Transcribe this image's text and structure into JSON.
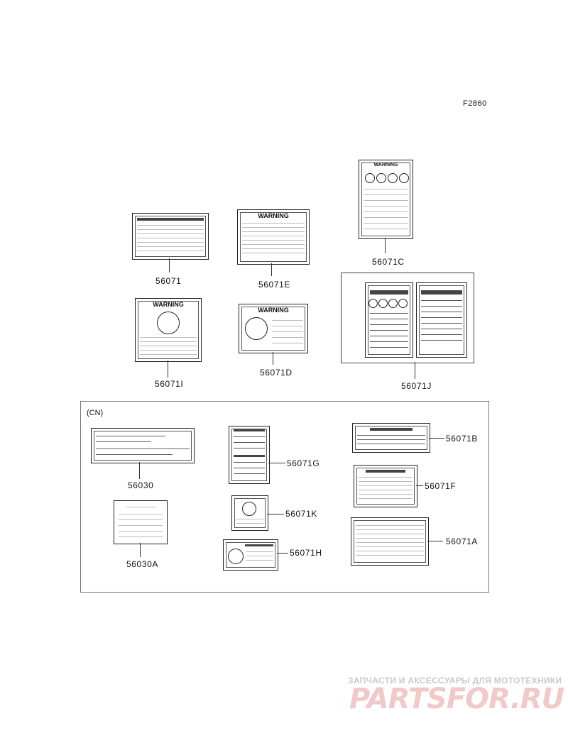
{
  "figure_code": "F2860",
  "labels": {
    "l56071": "56071",
    "l56071E": "56071E",
    "l56071C": "56071C",
    "l56071I": "56071I",
    "l56071D": "56071D",
    "l56071J": "56071J",
    "l56030": "56030",
    "l56030A": "56030A",
    "l56071G": "56071G",
    "l56071K": "56071K",
    "l56071H": "56071H",
    "l56071B": "56071B",
    "l56071F": "56071F",
    "l56071A": "56071A"
  },
  "region_tag": "(CN)",
  "warning_word": "WARNING",
  "watermark": {
    "tagline": "ЗАПЧАСТИ И АКСЕССУАРЫ ДЛЯ МОТОТЕХНИКИ",
    "logo": "PARTSFOR.RU"
  }
}
